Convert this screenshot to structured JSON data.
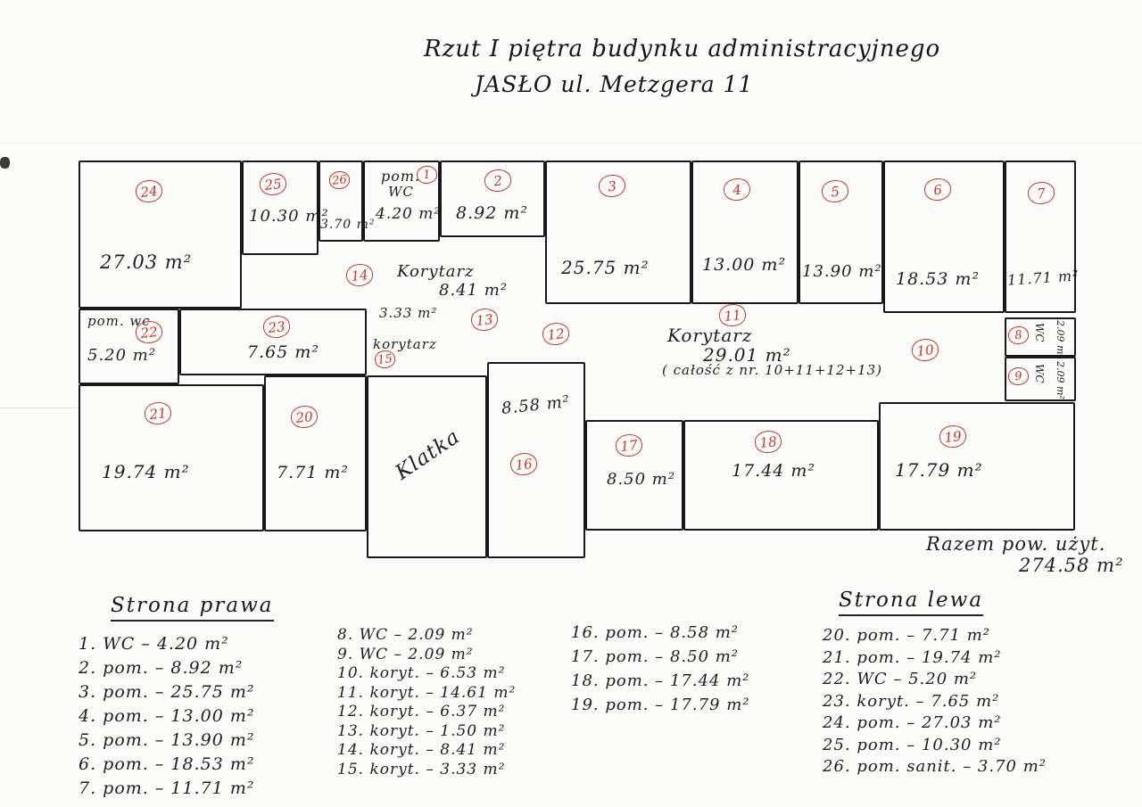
{
  "title": {
    "line1": "Rzut I piętra budynku administracyjnego",
    "line2": "JASŁO ul. Metzgera 11"
  },
  "rooms": {
    "r24": {
      "num": "24",
      "area": "27.03 m²"
    },
    "r25": {
      "num": "25",
      "area": "10.30 m²"
    },
    "r26": {
      "num": "26",
      "area": "3.70 m²"
    },
    "r1": {
      "num": "1",
      "label1": "pom.",
      "label2": "WC",
      "area": "4.20 m²"
    },
    "r2": {
      "num": "2",
      "area": "8.92 m²"
    },
    "r3": {
      "num": "3",
      "area": "25.75 m²"
    },
    "r4": {
      "num": "4",
      "area": "13.00 m²"
    },
    "r5": {
      "num": "5",
      "area": "13.90 m²"
    },
    "r6": {
      "num": "6",
      "area": "18.53 m²"
    },
    "r7": {
      "num": "7",
      "area": "11.71 m²"
    },
    "r14": {
      "num": "14",
      "label": "Korytarz",
      "area": "8.41 m²"
    },
    "r15": {
      "num": "15",
      "label": "korytarz",
      "area": "3.33 m²"
    },
    "r13": {
      "num": "13"
    },
    "r12": {
      "num": "12"
    },
    "r11": {
      "num": "11",
      "label": "Korytarz",
      "area": "29.01 m²",
      "note": "( całość z nr. 10+11+12+13)"
    },
    "r10": {
      "num": "10"
    },
    "r8": {
      "num": "8",
      "label": "WC",
      "area": "2.09 m²"
    },
    "r9": {
      "num": "9",
      "label": "WC",
      "area": "2.09 m²"
    },
    "r22": {
      "num": "22",
      "label": "pom. wc",
      "area": "5.20 m²"
    },
    "r23": {
      "num": "23",
      "area": "7.65 m²"
    },
    "r21": {
      "num": "21",
      "area": "19.74 m²"
    },
    "r20": {
      "num": "20",
      "area": "7.71 m²"
    },
    "klatka": {
      "label": "Klatka"
    },
    "r16": {
      "num": "16",
      "area": "8.58 m²"
    },
    "r17": {
      "num": "17",
      "area": "8.50 m²"
    },
    "r18": {
      "num": "18",
      "area": "17.44 m²"
    },
    "r19": {
      "num": "19",
      "area": "17.79 m²"
    }
  },
  "total": {
    "line1": "Razem pow. użyt.",
    "line2": "274.58 m²"
  },
  "legend": {
    "right": {
      "header": "Strona prawa",
      "items": [
        "1. WC – 4.20 m²",
        "2. pom. – 8.92 m²",
        "3. pom. – 25.75 m²",
        "4. pom. – 13.00 m²",
        "5. pom. – 13.90 m²",
        "6. pom. – 18.53 m²",
        "7. pom. – 11.71 m²"
      ]
    },
    "corridors": {
      "items": [
        "8. WC – 2.09 m²",
        "9. WC – 2.09 m²",
        "10. koryt. – 6.53 m²",
        "11. koryt. – 14.61 m²",
        "12. koryt. – 6.37 m²",
        "13. koryt. – 1.50 m²",
        "14. koryt. – 8.41 m²",
        "15. koryt. – 3.33 m²"
      ]
    },
    "middle": {
      "items": [
        "16. pom. – 8.58 m²",
        "17. pom. – 8.50 m²",
        "18. pom. – 17.44 m²",
        "19. pom. – 17.79 m²"
      ]
    },
    "left": {
      "header": "Strona lewa",
      "items": [
        "20. pom. – 7.71 m²",
        "21. pom. – 19.74 m²",
        "22. WC – 5.20 m²",
        "23. koryt. – 7.65 m²",
        "24. pom. – 27.03 m²",
        "25. pom. – 10.30 m²",
        "26. pom. sanit. – 3.70 m²"
      ]
    }
  }
}
